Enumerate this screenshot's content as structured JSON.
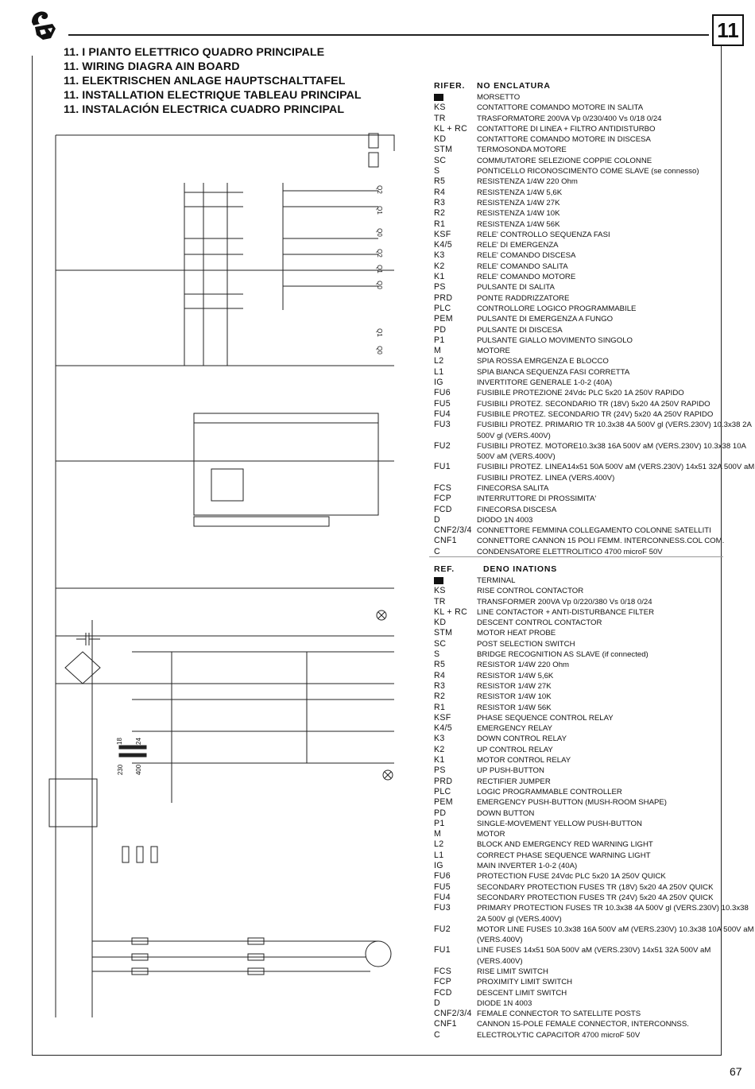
{
  "page": {
    "chapter": "11",
    "page_number": "67"
  },
  "titles": [
    "11.   I   PIANTO ELETTRICO QUADRO PRINCIPALE",
    "11.   WIRING DIAGRA        AIN BOARD",
    "11.   ELEKTRISCHEN ANLAGE   HAUPTSCHALTTAFEL",
    "11.   INSTALLATION ELECTRIQUE   TABLEAU PRINCIPAL",
    "11.   INSTALACIÓN ELECTRICA CUADRO PRINCIPAL"
  ],
  "legend_it": {
    "head_code": "RIFER.",
    "head_desc": "NO   ENCLATURA",
    "rows": [
      {
        "code": "",
        "desc": "MORSETTO",
        "square": true
      },
      {
        "code": "KS",
        "desc": "CONTATTORE COMANDO MOTORE IN SALITA"
      },
      {
        "code": "TR",
        "desc": "TRASFORMATORE 200VA Vp 0/230/400 Vs 0/18 0/24"
      },
      {
        "code": "KL + RC",
        "desc": "CONTATTORE DI LINEA + FILTRO ANTIDISTURBO"
      },
      {
        "code": "KD",
        "desc": "CONTATTORE COMANDO MOTORE IN DISCESA"
      },
      {
        "code": "STM",
        "desc": "TERMOSONDA MOTORE"
      },
      {
        "code": "SC",
        "desc": "COMMUTATORE SELEZIONE COPPIE COLONNE"
      },
      {
        "code": "S",
        "desc": "PONTICELLO RICONOSCIMENTO COME SLAVE (se connesso)"
      },
      {
        "code": "R5",
        "desc": "RESISTENZA 1/4W 220 Ohm"
      },
      {
        "code": "R4",
        "desc": "RESISTENZA 1/4W 5,6K"
      },
      {
        "code": "R3",
        "desc": "RESISTENZA 1/4W 27K"
      },
      {
        "code": "R2",
        "desc": "RESISTENZA 1/4W 10K"
      },
      {
        "code": "R1",
        "desc": "RESISTENZA 1/4W 56K"
      },
      {
        "code": "KSF",
        "desc": "RELE' CONTROLLO SEQUENZA FASI"
      },
      {
        "code": "K4/5",
        "desc": "RELE' DI EMERGENZA"
      },
      {
        "code": "K3",
        "desc": "RELE' COMANDO DISCESA"
      },
      {
        "code": "K2",
        "desc": "RELE' COMANDO SALITA"
      },
      {
        "code": "K1",
        "desc": "RELE' COMANDO MOTORE"
      },
      {
        "code": "PS",
        "desc": "PULSANTE DI SALITA"
      },
      {
        "code": "PRD",
        "desc": "PONTE RADDRIZZATORE"
      },
      {
        "code": "PLC",
        "desc": "CONTROLLORE LOGICO PROGRAMMABILE"
      },
      {
        "code": "PEM",
        "desc": "PULSANTE DI EMERGENZA A FUNGO"
      },
      {
        "code": "PD",
        "desc": "PULSANTE DI DISCESA"
      },
      {
        "code": "P1",
        "desc": "PULSANTE GIALLO MOVIMENTO SINGOLO"
      },
      {
        "code": "M",
        "desc": "MOTORE"
      },
      {
        "code": "L2",
        "desc": "SPIA ROSSA EMRGENZA E BLOCCO"
      },
      {
        "code": "L1",
        "desc": "SPIA BIANCA SEQUENZA FASI CORRETTA"
      },
      {
        "code": "IG",
        "desc": "INVERTITORE GENERALE 1-0-2 (40A)"
      },
      {
        "code": "FU6",
        "desc": "FUSIBILE PROTEZIONE 24Vdc PLC 5x20 1A 250V RAPIDO"
      },
      {
        "code": "FU5",
        "desc": "FUSIBILI PROTEZ. SECONDARIO TR (18V) 5x20 4A 250V RAPIDO"
      },
      {
        "code": "FU4",
        "desc": "FUSIBILE PROTEZ. SECONDARIO TR (24V) 5x20 4A 250V RAPIDO"
      },
      {
        "code": "FU3",
        "desc": "FUSIBILI PROTEZ. PRIMARIO TR 10.3x38 4A 500V gl (VERS.230V) 10.3x38 2A 500V gl (VERS.400V)"
      },
      {
        "code": "FU2",
        "desc": "FUSIBILI PROTEZ. MOTORE10.3x38 16A 500V aM (VERS.230V) 10.3x38 10A 500V aM (VERS.400V)"
      },
      {
        "code": "FU1",
        "desc": "FUSIBILI PROTEZ. LINEA14x51 50A 500V aM (VERS.230V) 14x51 32A 500V aM FUSIBILI PROTEZ. LINEA (VERS.400V)"
      },
      {
        "code": "FCS",
        "desc": "FINECORSA SALITA"
      },
      {
        "code": "FCP",
        "desc": "INTERRUTTORE DI PROSSIMITA'"
      },
      {
        "code": "FCD",
        "desc": "FINECORSA DISCESA"
      },
      {
        "code": "D",
        "desc": "DIODO 1N 4003"
      },
      {
        "code": "CNF2/3/4",
        "desc": "CONNETTORE FEMMINA COLLEGAMENTO COLONNE SATELLITI"
      },
      {
        "code": "CNF1",
        "desc": "CONNETTORE CANNON 15 POLI FEMM. INTERCONNESS.COL COM."
      },
      {
        "code": "C",
        "desc": "CONDENSATORE ELETTROLITICO 4700 microF 50V"
      }
    ]
  },
  "legend_en": {
    "head_code": "REF.",
    "head_desc": "DENO   INATIONS",
    "rows": [
      {
        "code": "",
        "desc": "TERMINAL",
        "square": true
      },
      {
        "code": "KS",
        "desc": "RISE CONTROL CONTACTOR"
      },
      {
        "code": "TR",
        "desc": "TRANSFORMER 200VA Vp 0/220/380 Vs 0/18 0/24"
      },
      {
        "code": "KL + RC",
        "desc": "LINE CONTACTOR + ANTI-DISTURBANCE FILTER"
      },
      {
        "code": "KD",
        "desc": "DESCENT CONTROL CONTACTOR"
      },
      {
        "code": "STM",
        "desc": "MOTOR HEAT PROBE"
      },
      {
        "code": "SC",
        "desc": "POST SELECTION SWITCH"
      },
      {
        "code": "S",
        "desc": "BRIDGE RECOGNITION AS SLAVE (if connected)"
      },
      {
        "code": "R5",
        "desc": "RESISTOR 1/4W 220 Ohm"
      },
      {
        "code": "R4",
        "desc": "RESISTOR 1/4W 5,6K"
      },
      {
        "code": "R3",
        "desc": "RESISTOR 1/4W 27K"
      },
      {
        "code": "R2",
        "desc": "RESISTOR 1/4W 10K"
      },
      {
        "code": "R1",
        "desc": "RESISTOR 1/4W 56K"
      },
      {
        "code": "KSF",
        "desc": "PHASE SEQUENCE CONTROL RELAY"
      },
      {
        "code": "K4/5",
        "desc": "EMERGENCY RELAY"
      },
      {
        "code": "K3",
        "desc": "DOWN CONTROL RELAY"
      },
      {
        "code": "K2",
        "desc": "UP CONTROL RELAY"
      },
      {
        "code": "K1",
        "desc": "MOTOR CONTROL RELAY"
      },
      {
        "code": "PS",
        "desc": "UP PUSH-BUTTON"
      },
      {
        "code": "PRD",
        "desc": "RECTIFIER JUMPER"
      },
      {
        "code": "PLC",
        "desc": "LOGIC PROGRAMMABLE CONTROLLER"
      },
      {
        "code": "PEM",
        "desc": "EMERGENCY PUSH-BUTTON (MUSH-ROOM SHAPE)"
      },
      {
        "code": "PD",
        "desc": "DOWN BUTTON"
      },
      {
        "code": "P1",
        "desc": "SINGLE-MOVEMENT YELLOW PUSH-BUTTON"
      },
      {
        "code": "M",
        "desc": "MOTOR"
      },
      {
        "code": "L2",
        "desc": "BLOCK AND EMERGENCY RED WARNING LIGHT"
      },
      {
        "code": "L1",
        "desc": "CORRECT PHASE SEQUENCE  WARNING LIGHT"
      },
      {
        "code": "IG",
        "desc": "MAIN INVERTER 1-0-2 (40A)"
      },
      {
        "code": "FU6",
        "desc": "PROTECTION FUSE 24Vdc PLC 5x20 1A 250V  QUICK"
      },
      {
        "code": "FU5",
        "desc": "SECONDARY PROTECTION FUSES  TR (18V) 5x20 4A 250V QUICK"
      },
      {
        "code": "FU4",
        "desc": "SECONDARY PROTECTION FUSES  TR (24V) 5x20 4A 250V QUICK"
      },
      {
        "code": "FU3",
        "desc": "PRIMARY PROTECTION FUSES TR 10.3x38 4A 500V gl (VERS.230V) 10.3x38 2A 500V gl (VERS.400V)"
      },
      {
        "code": "FU2",
        "desc": "MOTOR LINE FUSES 10.3x38 16A 500V aM (VERS.230V) 10.3x38 10A 500V aM (VERS.400V)"
      },
      {
        "code": "FU1",
        "desc": "LINE FUSES 14x51 50A 500V aM (VERS.230V) 14x51 32A 500V aM (VERS.400V)"
      },
      {
        "code": "FCS",
        "desc": "RISE LIMIT SWITCH"
      },
      {
        "code": "FCP",
        "desc": "PROXIMITY LIMIT SWITCH"
      },
      {
        "code": "FCD",
        "desc": "DESCENT LIMIT SWITCH"
      },
      {
        "code": "D",
        "desc": "DIODE 1N 4003"
      },
      {
        "code": "CNF2/3/4",
        "desc": "FEMALE CONNECTOR TO SATELLITE POSTS"
      },
      {
        "code": "CNF1",
        "desc": "CANNON 15-POLE FEMALE CONNECTOR, INTERCONNSS."
      },
      {
        "code": "C",
        "desc": "ELECTROLYTIC  CAPACITOR 4700 microF 50V"
      }
    ]
  },
  "schematic": {
    "plc_labels": [
      "Q2",
      "Q1",
      "Q0",
      "Q2",
      "Q1",
      "Q0",
      "Q1",
      "Q0"
    ],
    "transformer_taps": [
      "18",
      "24",
      "230",
      "400"
    ]
  }
}
